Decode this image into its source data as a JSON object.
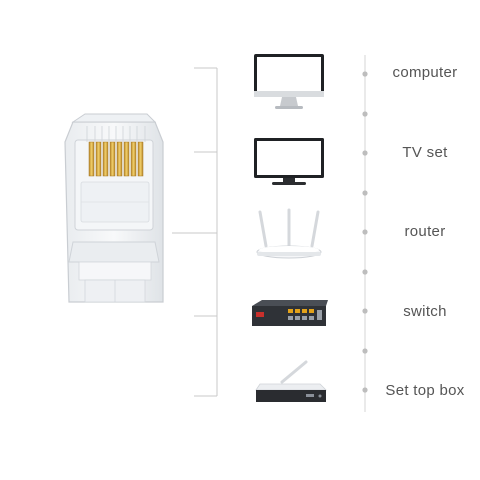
{
  "devices": [
    {
      "id": "computer",
      "label": "computer",
      "icon": "monitor-icon"
    },
    {
      "id": "tv",
      "label": "TV set",
      "icon": "tv-icon"
    },
    {
      "id": "router",
      "label": "router",
      "icon": "router-icon"
    },
    {
      "id": "switch",
      "label": "switch",
      "icon": "network-switch-icon"
    },
    {
      "id": "settop",
      "label": "Set top box",
      "icon": "set-top-box-icon"
    }
  ],
  "colors": {
    "line": "#c8c8c8",
    "dot": "#bdbdbd",
    "text": "#555555",
    "gold": "#d9a93a",
    "switch_body": "#2f3237",
    "switch_port_active": "#e3a21a",
    "switch_accent": "#c9302c"
  }
}
